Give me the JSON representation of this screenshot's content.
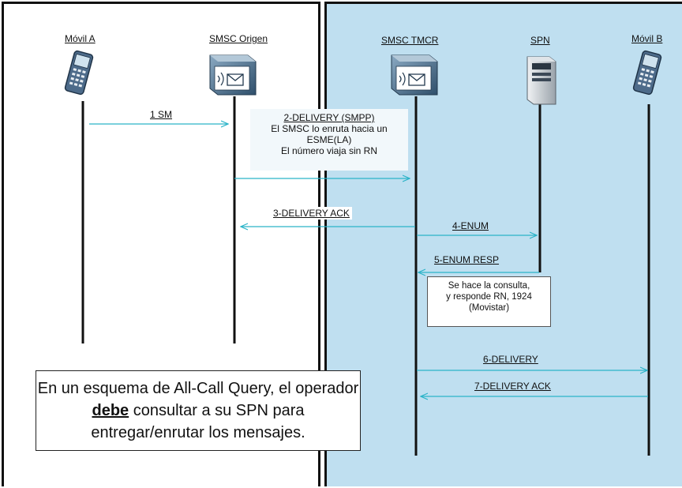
{
  "actors": {
    "movil_a": "Móvil A",
    "smsc_origen": "SMSC Origen",
    "smsc_tmcr": "SMSC TMCR",
    "spn": "SPN",
    "movil_b": "Móvil B"
  },
  "messages": {
    "m1": "1  SM",
    "m2_title": "2-DELIVERY (SMPP)",
    "m2_line1": "El SMSC lo enruta hacia un",
    "m2_line2": "ESME(LA)",
    "m2_line3": "El número viaja sin RN",
    "m3": "3-DELIVERY  ACK",
    "m4": "4-ENUM",
    "m5": "5-ENUM RESP",
    "m6": "6-DELIVERY",
    "m7": "7-DELIVERY ACK"
  },
  "spn_note": {
    "line1": "Se  hace la consulta,",
    "line2": "y responde RN, 1924",
    "line3": "(Movistar)"
  },
  "main_note": {
    "before": "En un esquema de All-Call Query, el operador ",
    "emph": "debe",
    "after": " consultar a su SPN para entregar/enrutar los mensajes."
  },
  "colors": {
    "arrow": "#2ab3c8",
    "lifeline": "#111111",
    "right_panel": "#bfdff0"
  },
  "icons": [
    "mobile-phone-icon",
    "smsc-server-icon",
    "spn-server-icon"
  ]
}
